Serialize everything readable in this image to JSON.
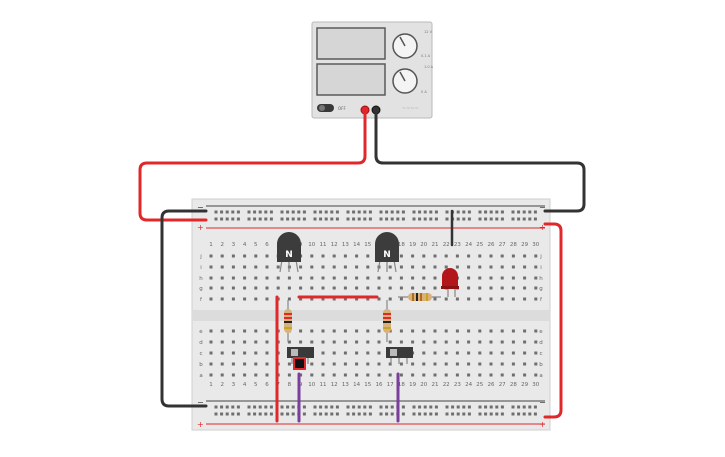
{
  "power_supply": {
    "knob_upper_top": "12 V",
    "knob_upper_right": "0.1 A",
    "knob_lower_top": "1.0 A",
    "knob_lower_right": "0 A",
    "switch_label": "OFF",
    "brand_mark": "~~~~",
    "screen_1_value": "",
    "screen_2_value": ""
  },
  "breadboard": {
    "rail_plus_label": "+",
    "rail_minus_label": "−",
    "column_numbers": [
      "1",
      "2",
      "3",
      "4",
      "5",
      "6",
      "7",
      "8",
      "9",
      "10",
      "11",
      "12",
      "13",
      "14",
      "15",
      "16",
      "17",
      "18",
      "19",
      "20",
      "21",
      "22",
      "23",
      "24",
      "25",
      "26",
      "27",
      "28",
      "29",
      "30"
    ],
    "row_letters_top": [
      "j",
      "i",
      "h",
      "g",
      "f"
    ],
    "row_letters_bottom": [
      "e",
      "d",
      "c",
      "b",
      "a"
    ]
  },
  "components": {
    "transistor_1_label": "N",
    "transistor_2_label": "N"
  },
  "colors": {
    "wire_red": "#e0282b",
    "wire_black": "#333333",
    "wire_purple": "#7a3e9d",
    "led_red": "#b3161a",
    "board": "#e9e9e9",
    "supply_body": "#e2e2e2",
    "screen": "#d8d8d8"
  }
}
